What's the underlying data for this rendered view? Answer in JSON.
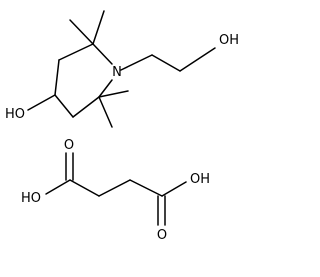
{
  "atoms": {
    "nitrogen": "N",
    "ring_hydroxyl": "HO",
    "chain_hydroxyl": "OH",
    "acid_left_hydroxyl": "HO",
    "acid_left_carbonyl": "O",
    "acid_right_hydroxyl": "OH",
    "acid_right_carbonyl": "O"
  }
}
